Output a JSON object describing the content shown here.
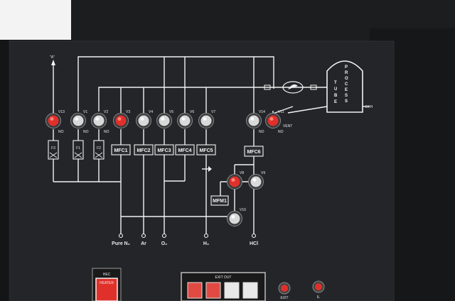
{
  "panel": {
    "top_arrow_label": "\"A\"",
    "vent_label": "VENT",
    "exh_label": "EXH",
    "tube_letters": [
      "T",
      "U",
      "B",
      "E"
    ],
    "process_letters": [
      "P",
      "R",
      "O",
      "C",
      "E",
      "S",
      "S"
    ]
  },
  "valves": [
    {
      "label": "V13",
      "lit": true,
      "sub": "NO"
    },
    {
      "label": "V1",
      "lit": false,
      "sub": "NO"
    },
    {
      "label": "V2",
      "lit": false,
      "sub": "NO"
    },
    {
      "label": "V3",
      "lit": true,
      "sub": ""
    },
    {
      "label": "V4",
      "lit": false,
      "sub": ""
    },
    {
      "label": "V5",
      "lit": false,
      "sub": ""
    },
    {
      "label": "V6",
      "lit": false,
      "sub": ""
    },
    {
      "label": "V7",
      "lit": false,
      "sub": ""
    },
    {
      "label": "V14",
      "lit": false,
      "sub": "NO"
    },
    {
      "label": "V11",
      "lit": true,
      "sub": "NO"
    },
    {
      "label": "V8",
      "lit": true,
      "sub": ""
    },
    {
      "label": "V9",
      "lit": false,
      "sub": ""
    },
    {
      "label": "V10",
      "lit": false,
      "sub": ""
    }
  ],
  "filters": [
    "F3",
    "F1",
    "F2"
  ],
  "mfcs": [
    "MFC1",
    "MFC2",
    "MFC3",
    "MFC4",
    "MFC5",
    "MFC6"
  ],
  "mfm": "MFM1",
  "gases": [
    "Pure N₂",
    "Ar",
    "O₂",
    "H₂",
    "HCl"
  ],
  "bottom": {
    "heater_title": "HEC",
    "heater_label": "HEATER",
    "exit_out_label": "EXIT OUT",
    "exit_lamp_label": "EXIT",
    "second_lamp_label": "IL"
  },
  "colors": {
    "panel": "#1b1c1e",
    "line": "#f2f2f2",
    "lamp_red": "#e0302a",
    "lamp_grey": "#d9d9d9"
  }
}
